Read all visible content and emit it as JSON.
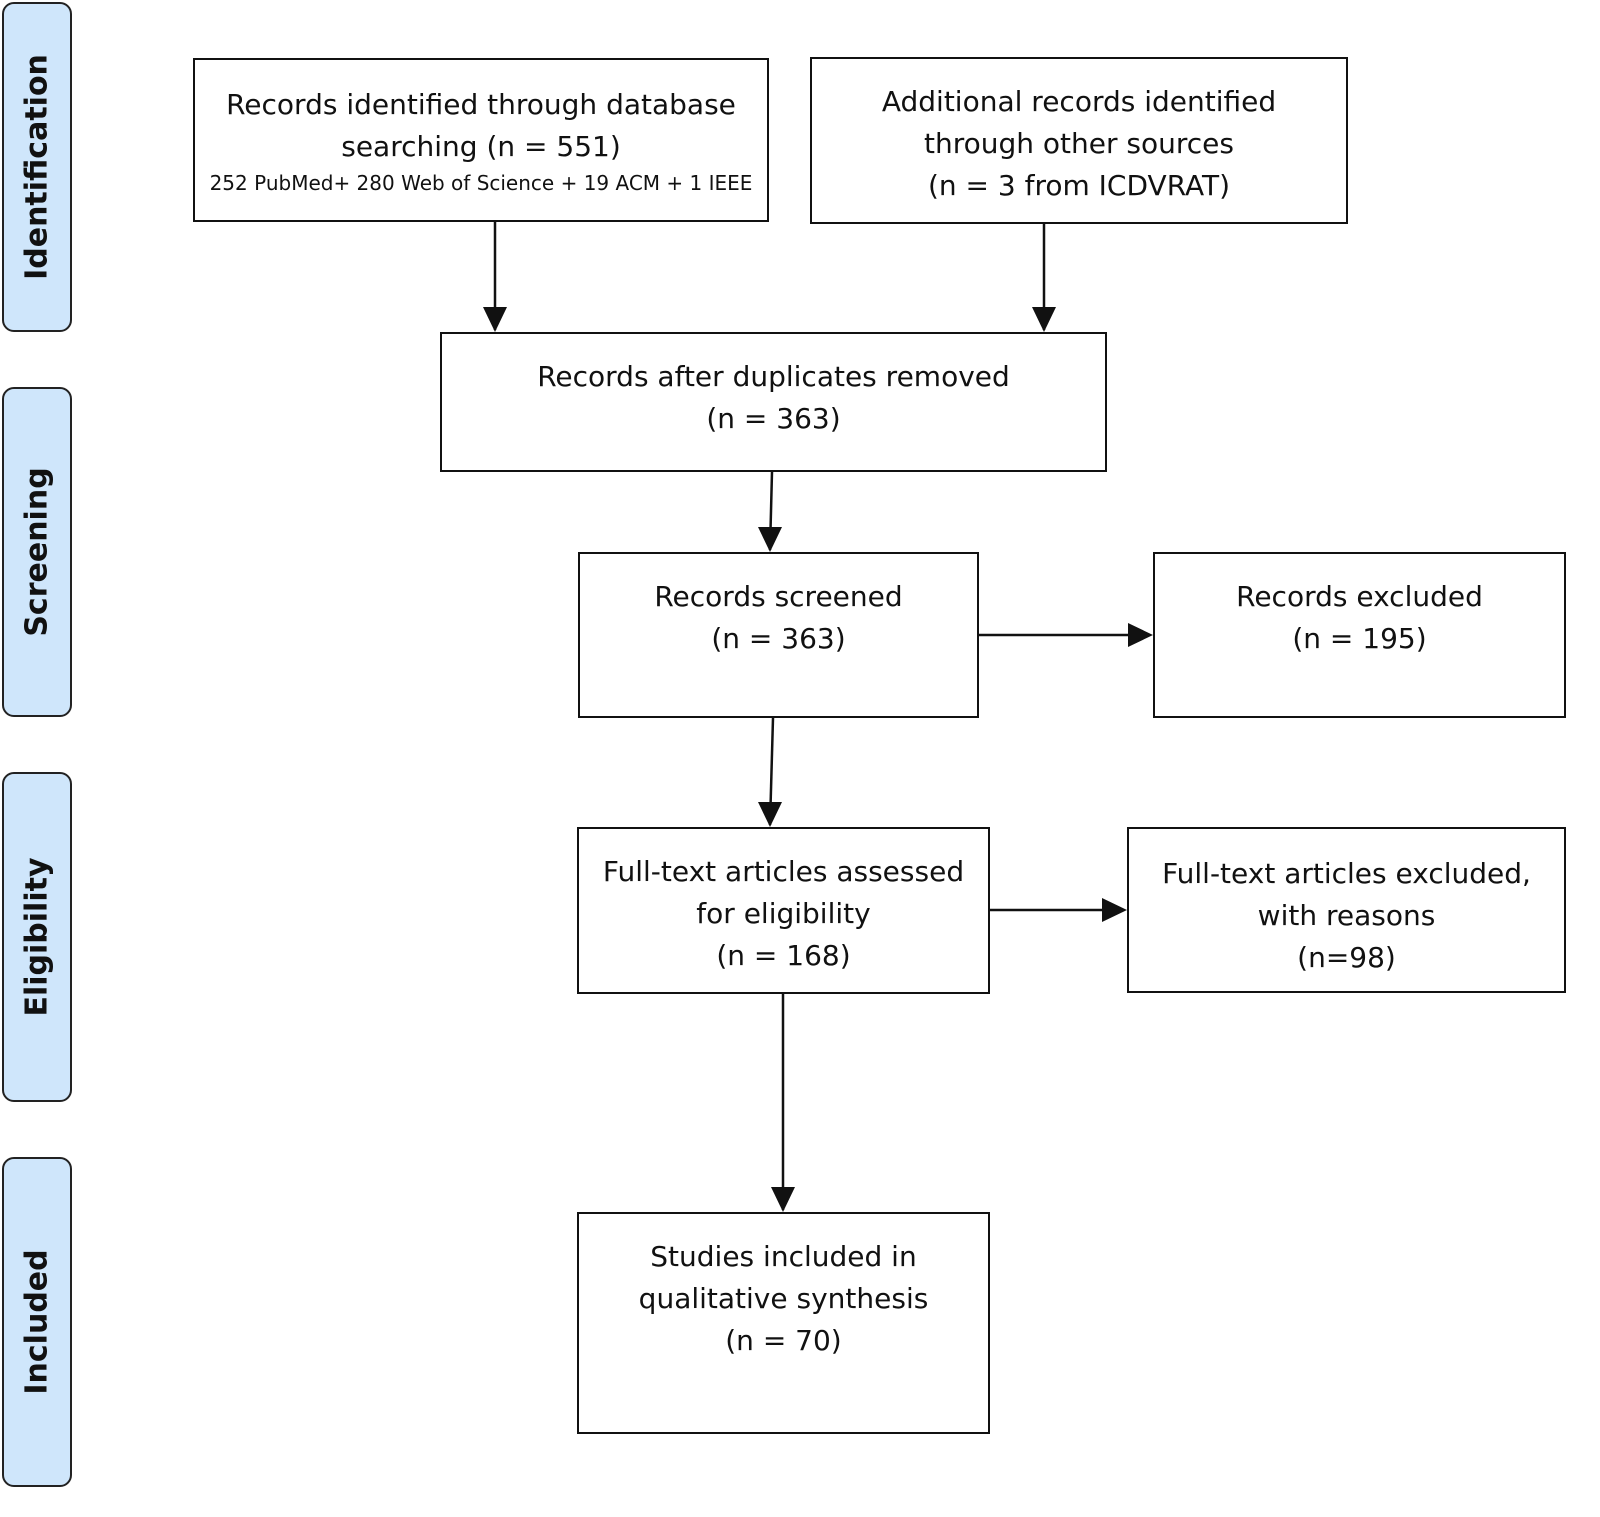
{
  "phases": {
    "identification": "Identification",
    "screening": "Screening",
    "eligibility": "Eligibility",
    "included": "Included"
  },
  "boxes": {
    "database": {
      "line1": "Records identified through database",
      "line2": "searching (n = 551)",
      "detail": "252 PubMed+ 280 Web of Science + 19 ACM + 1 IEEE"
    },
    "other_sources": {
      "line1": "Additional records identified",
      "line2": "through other sources",
      "line3": "(n = 3 from ICDVRAT)"
    },
    "deduplicated": {
      "line1": "Records after duplicates removed",
      "line2": "(n = 363)"
    },
    "screened": {
      "line1": "Records screened",
      "line2": "(n = 363)"
    },
    "excluded": {
      "line1": "Records excluded",
      "line2": "(n = 195)"
    },
    "fulltext": {
      "line1": "Full-text articles assessed",
      "line2": "for eligibility",
      "line3": "(n = 168)"
    },
    "fulltext_excluded": {
      "line1": "Full-text articles excluded,",
      "line2": "with reasons",
      "line3": "(n=98)"
    },
    "included": {
      "line1": "Studies included in",
      "line2": "qualitative synthesis",
      "line3": "(n = 70)"
    }
  }
}
